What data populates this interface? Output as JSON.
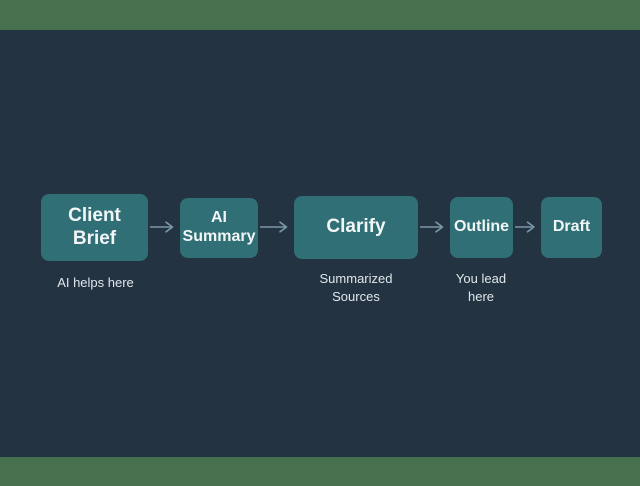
{
  "slide": {
    "background_color": "#243342",
    "band_color": "#46704e",
    "node_color": "#2f6f75",
    "text_color": "#f2f6f7",
    "arrow_color": "#7a98a6"
  },
  "diagram": {
    "type": "flow",
    "orientation": "left-to-right",
    "nodes": [
      {
        "id": "client-brief",
        "label": "Client\nBrief"
      },
      {
        "id": "ai-summary",
        "label": "AI\nSummary"
      },
      {
        "id": "clarify",
        "label": "Clarify"
      },
      {
        "id": "outline",
        "label": "Outline"
      },
      {
        "id": "draft",
        "label": "Draft"
      }
    ],
    "arrows": [
      {
        "from": "client-brief",
        "to": "ai-summary"
      },
      {
        "from": "ai-summary",
        "to": "clarify"
      },
      {
        "from": "clarify",
        "to": "outline"
      },
      {
        "from": "outline",
        "to": "draft"
      }
    ],
    "captions": [
      {
        "id": "caption-ai-helps",
        "text": "AI helps here",
        "under": "client-brief"
      },
      {
        "id": "caption-summarized-sources",
        "text": "Summarized\nSources",
        "under": "clarify"
      },
      {
        "id": "caption-you-lead",
        "text": "You lead\nhere",
        "under": "outline"
      }
    ]
  }
}
